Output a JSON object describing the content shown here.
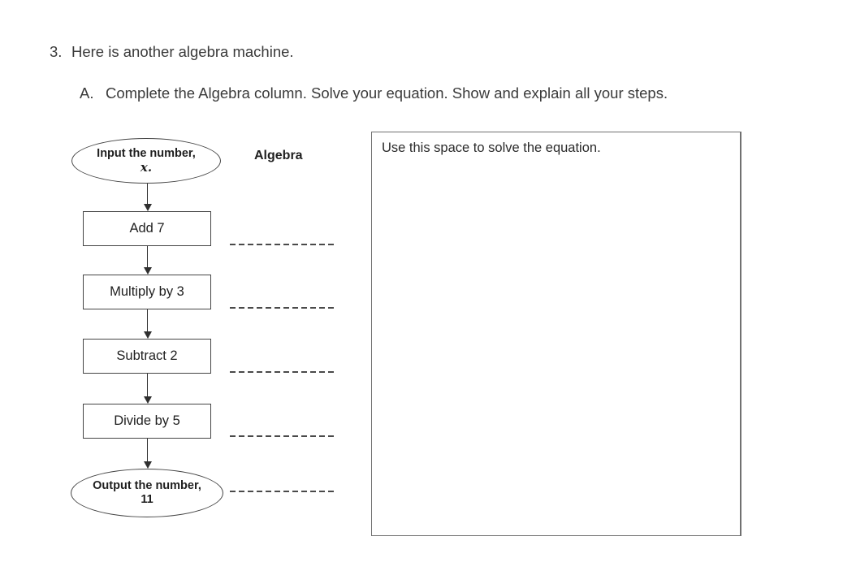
{
  "question": {
    "number": "3.",
    "text": "Here is another algebra machine.",
    "part_label": "A.",
    "part_text": "Complete the Algebra column. Solve your equation. Show and explain all your steps."
  },
  "flowchart": {
    "column_header": "Algebra",
    "input_oval": {
      "line1": "Input the number,",
      "line2": "x."
    },
    "steps": [
      "Add 7",
      "Multiply by 3",
      "Subtract 2",
      "Divide by 5"
    ],
    "output_oval": {
      "line1": "Output the number,",
      "line2": "11"
    },
    "answer_blank_count": 5
  },
  "answer_area": {
    "prompt": "Use this space to solve the equation."
  },
  "colors": {
    "text": "#2e2e2e",
    "shape_border": "#454545",
    "dashed_line": "#4a4a4a",
    "answer_box_border": "#707070",
    "background": "#ffffff"
  }
}
